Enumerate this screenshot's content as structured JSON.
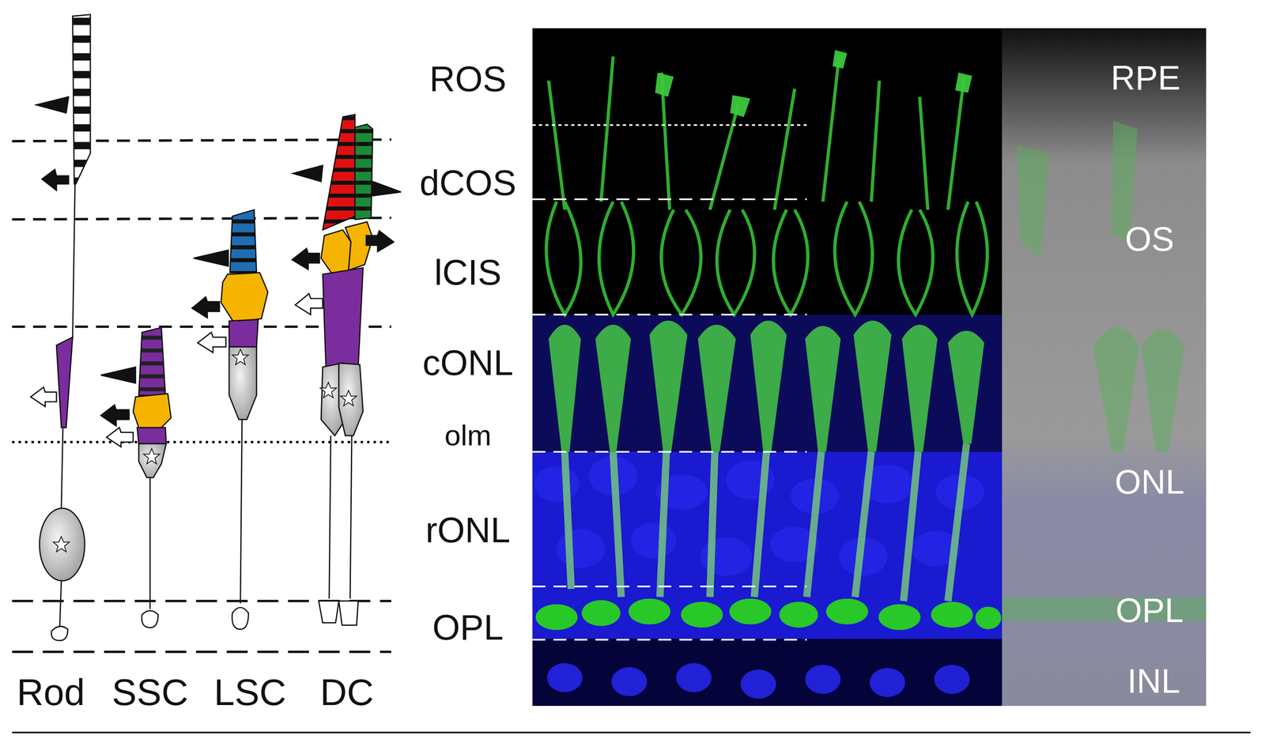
{
  "diagram": {
    "labels": [
      "Rod",
      "SSC",
      "LSC",
      "DC",
      "ROS",
      "dCOS",
      "lCIS",
      "cONL",
      "olm",
      "rONL",
      "OPL",
      "RPE",
      "OS",
      "ONL",
      "OPL",
      "INL"
    ]
  }
}
